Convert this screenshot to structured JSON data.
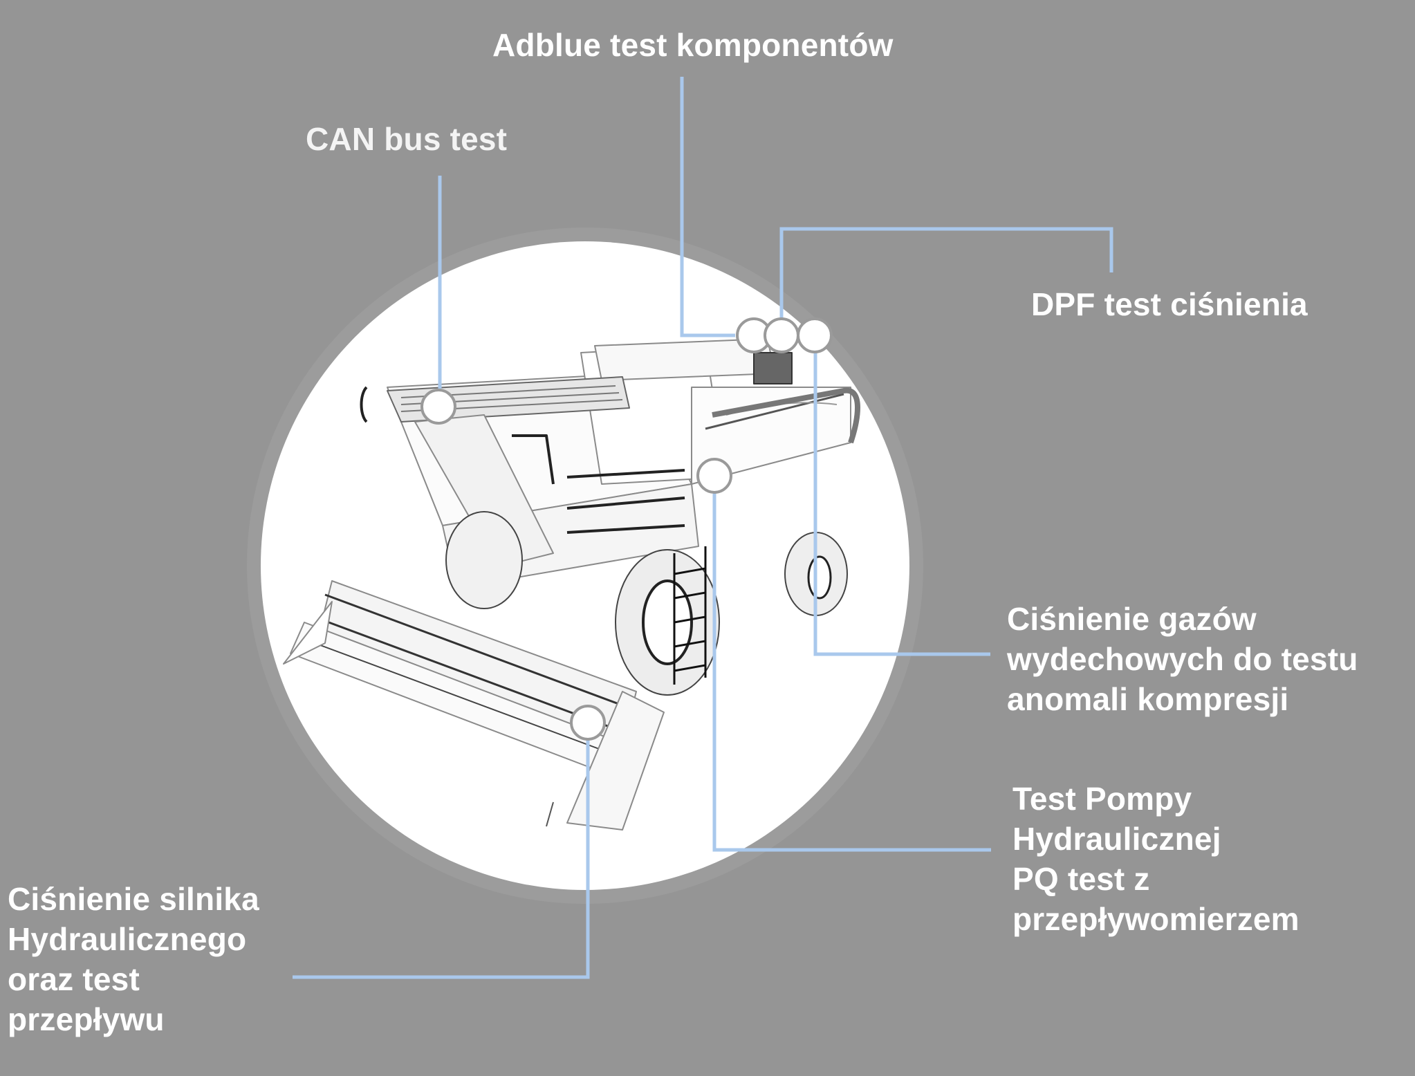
{
  "diagram": {
    "subject": "combine harvester",
    "background_color": "#959595",
    "leader_line_color": "#a9c8ec",
    "hotspot_border_color": "#9a9a9a",
    "callouts": [
      {
        "id": "can",
        "lines": [
          "CAN bus test"
        ]
      },
      {
        "id": "adblue",
        "lines": [
          "Adblue test komponentów"
        ]
      },
      {
        "id": "dpf",
        "lines": [
          "DPF test ciśnienia"
        ]
      },
      {
        "id": "exhaust",
        "lines": [
          "Ciśnienie gazów",
          "wydechowych do testu",
          "anomali kompresji"
        ]
      },
      {
        "id": "pump",
        "lines": [
          "Test Pompy",
          "Hydraulicznej",
          "PQ test z",
          "przepływomierzem"
        ]
      },
      {
        "id": "motor",
        "lines": [
          "Ciśnienie silnika",
          "Hydraulicznego",
          "oraz test",
          "przepływu"
        ]
      }
    ]
  }
}
